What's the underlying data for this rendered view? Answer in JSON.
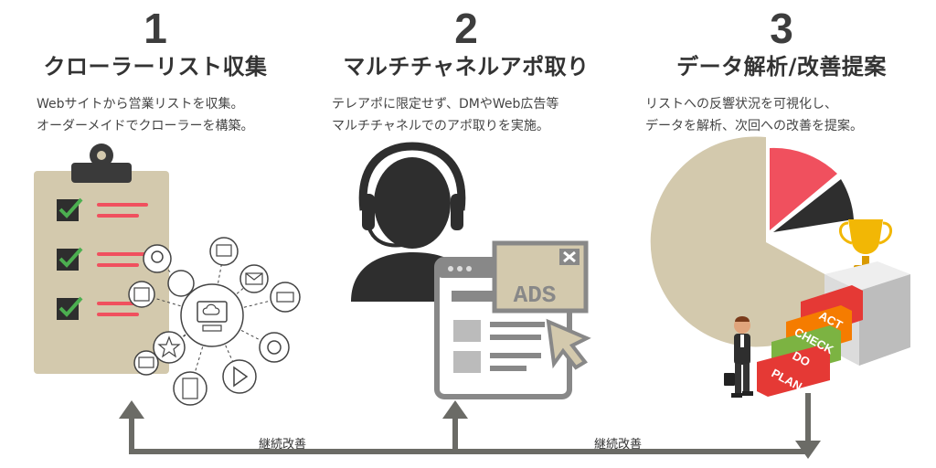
{
  "steps": [
    {
      "number": "1",
      "title": "クローラーリスト収集",
      "desc": [
        "Webサイトから営業リストを収集。",
        "オーダーメイドでクローラーを構築。"
      ]
    },
    {
      "number": "2",
      "title": "マルチチャネルアポ取り",
      "desc": [
        "テレアポに限定せず、DMやWeb広告等",
        "マルチチャネルでのアポ取りを実施。"
      ]
    },
    {
      "number": "3",
      "title": "データ解析/改善提案",
      "desc": [
        "リストへの反響状況を可視化し、",
        "データを解析、次回への改善を提案。"
      ]
    }
  ],
  "ads_label": "ADS",
  "pdca": [
    "ACT",
    "CHECK",
    "DO",
    "PLAN"
  ],
  "loop_labels": [
    "継続改善",
    "継続改善"
  ],
  "colors": {
    "beige": "#d3c9ad",
    "dark": "#333333",
    "red": "#f0505e",
    "green": "#4caf50",
    "gray": "#888888",
    "arrow": "#6b6b66"
  }
}
